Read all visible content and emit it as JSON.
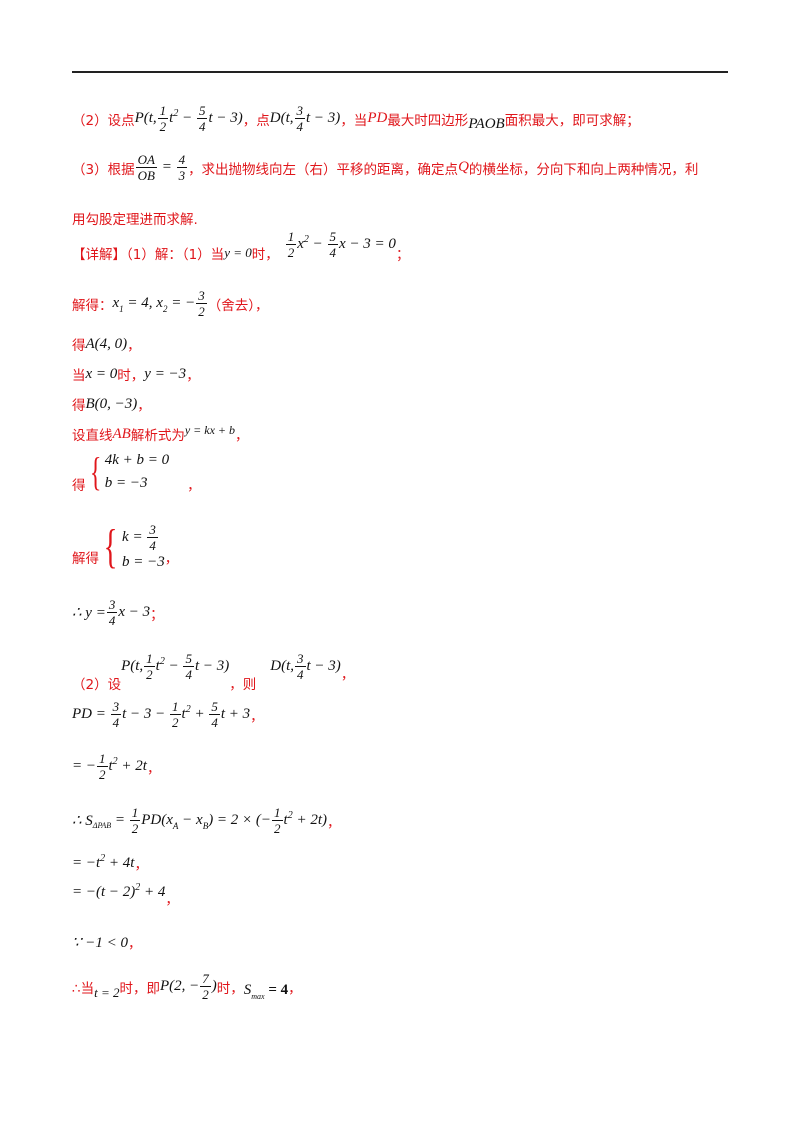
{
  "lines": {
    "l1": {
      "a": "（2）设点",
      "b": "，点",
      "c": "，当",
      "pd": "PD",
      "d": "最大时四边形",
      "paob": "PAOB",
      "e": "面积最大，即可求解；"
    },
    "l2": {
      "a": "（3）根据",
      "b": "，求出抛物线向左（右）平移的距离，确定点",
      "q": "Q",
      "c": "的横坐标，分向下和向上两种情况，利"
    },
    "l3": {
      "a": "用勾股定理进而求解."
    },
    "l4": {
      "a": "【详解】（1）解：（1）当",
      "cond": "y = 0",
      "b": "时，",
      "eq_tail": "x − 3 = 0",
      "c": "；"
    },
    "l5": {
      "a": "解得：",
      "eq": "x",
      "tail": "（舍去），"
    },
    "l6": {
      "a": "得",
      "pt": "A(4, 0)",
      "b": "，"
    },
    "l7": {
      "a": "当",
      "cond": "x = 0",
      "b": "时，",
      "res": "y = −3",
      "c": "，"
    },
    "l8": {
      "a": "得",
      "pt": "B(0, −3)",
      "b": "，"
    },
    "l9": {
      "a": "设直线",
      "ab": "AB",
      "b": "解析式为",
      "eq": "y = kx + b",
      "c": "，"
    },
    "l10": {
      "a": "得",
      "r1": "4k + b = 0",
      "r2": "b = −3",
      "b": "，"
    },
    "l11": {
      "a": "解得",
      "r1": "k =",
      "r2": "b = −3",
      "b": "，"
    },
    "l12": {
      "a": "∴ y =",
      "tail": "x − 3",
      "b": "；"
    },
    "l13": {
      "a": "（2）设",
      "b": "，则",
      "c": "，"
    },
    "l14": {
      "a": "PD =",
      "b": "，"
    },
    "l15": {
      "a": "= −",
      "tail": "+ 2t",
      "b": "，"
    },
    "l16": {
      "a": "∴ S",
      "sub": "ΔPAB",
      "b": "，"
    },
    "l17": {
      "a": "= −t",
      "tail": "+ 4t",
      "b": "，"
    },
    "l18": {
      "a": "= −(t − 2)",
      "tail": "+ 4",
      "b": "，"
    },
    "l19": {
      "a": "∵ −1 < 0",
      "b": "，"
    },
    "l20": {
      "a": "∴当",
      "cond": "t = 2",
      "b": "时，即",
      "c": "时，",
      "s": "S",
      "sub": "max",
      "val": "= 4",
      "d": "，"
    }
  }
}
